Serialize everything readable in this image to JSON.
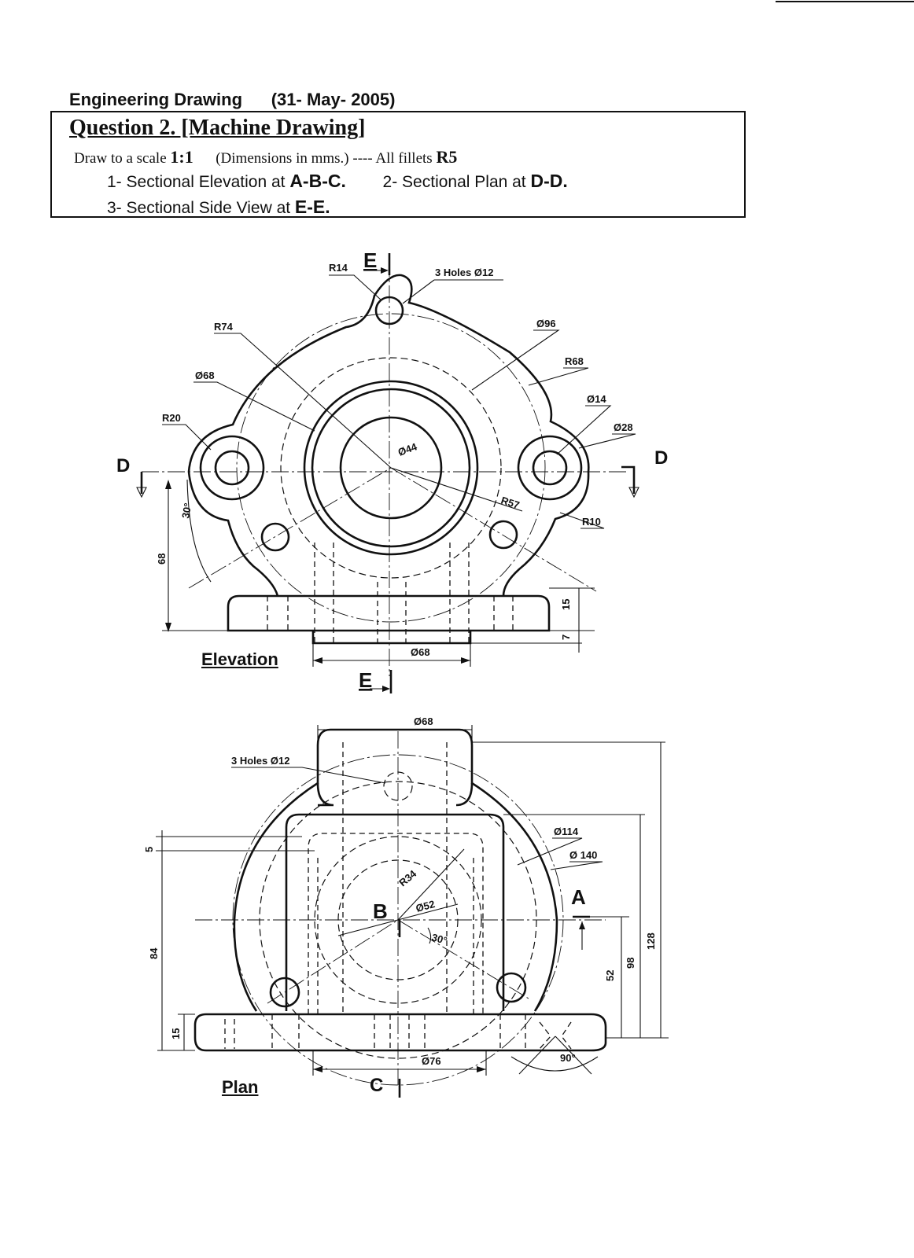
{
  "header": {
    "subject": "Engineering Drawing",
    "date": "(31- May- 2005)"
  },
  "question": {
    "title": "Question 2. [Machine Drawing]",
    "scale_prefix": "Draw to a scale ",
    "scale_value": "1:1",
    "scale_note": "      (Dimensions in mms.) ---- All fillets ",
    "fillet_value": "R5",
    "task1_prefix": "1- Sectional Elevation at ",
    "task1_section": "A-B-C.",
    "task2_prefix": "        2- Sectional Plan at ",
    "task2_section": "D-D.",
    "task3_prefix": "3- Sectional Side View at ",
    "task3_section": "E-E."
  },
  "elevation": {
    "view_label": "Elevation",
    "section_letters": {
      "e_top": "E",
      "e_bottom": "E",
      "d_left": "D",
      "d_right": "D"
    },
    "dims": {
      "r14": "R14",
      "holes": "3 Holes Ø12",
      "r74": "R74",
      "d96": "Ø96",
      "r68": "R68",
      "d68_top": "Ø68",
      "d14": "Ø14",
      "r20": "R20",
      "d28": "Ø28",
      "d44": "Ø44",
      "r57": "R57",
      "r10": "R10",
      "angle30": "30°",
      "h68": "68",
      "h15": "15",
      "h7": "7",
      "d68_bottom": "Ø68"
    }
  },
  "plan": {
    "view_label": "Plan",
    "section_letters": {
      "a": "A",
      "b": "B",
      "c": "C"
    },
    "dims": {
      "d68": "Ø68",
      "holes": "3 Holes Ø12",
      "d114": "Ø114",
      "d140": "Ø 140",
      "r34": "R34",
      "d52": "Ø52",
      "angle30": "30°",
      "h5": "5",
      "h84": "84",
      "h15": "15",
      "h52": "52",
      "h98": "98",
      "h128": "128",
      "d76": "Ø76",
      "angle90": "90°"
    }
  }
}
